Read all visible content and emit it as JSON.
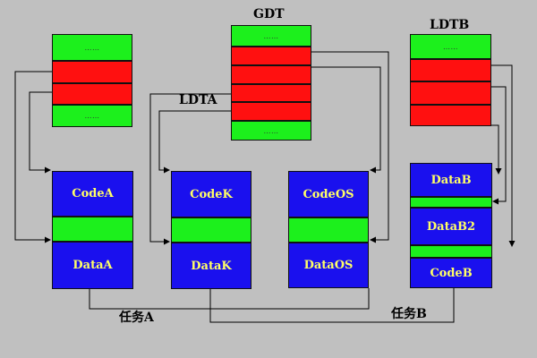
{
  "labels": {
    "gdt": "GDT",
    "ldta": "LDTA",
    "ldtb": "LDTB",
    "task_a": "任务A",
    "task_b": "任务B"
  },
  "dots": "……",
  "segments": {
    "code_a": "CodeA",
    "data_a": "DataA",
    "code_k": "CodeK",
    "data_k": "DataK",
    "code_os": "CodeOS",
    "data_os": "DataOS",
    "data_b": "DataB",
    "data_b2": "DataB2",
    "code_b": "CodeB"
  },
  "colors": {
    "background": "#c0c0c0",
    "descriptor_green": "#1cf01c",
    "descriptor_red": "#ff1010",
    "segment_blue": "#1a10ee",
    "segment_text": "#ffff66"
  }
}
